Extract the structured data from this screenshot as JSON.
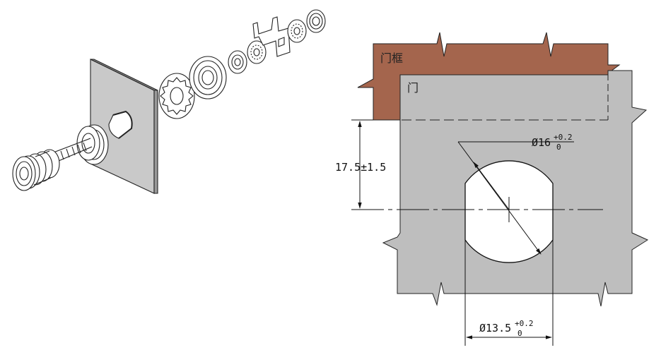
{
  "labels": {
    "frame": "门框",
    "door": "门"
  },
  "dimensions": {
    "height": "17.5±1.5",
    "circle": {
      "prefix": "Ø16",
      "upper": "+0.2",
      "lower": "0"
    },
    "flat": {
      "prefix": "Ø13.5",
      "upper": "+0.2",
      "lower": "0"
    }
  },
  "colors": {
    "frame": "#a4654d",
    "door": "#bebebe",
    "plate": "#c9c9c9",
    "line": "#111111"
  }
}
